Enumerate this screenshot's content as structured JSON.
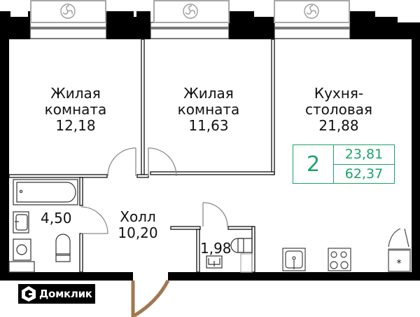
{
  "rooms": [
    {
      "id": "living-room-1",
      "name_line1": "Жилая",
      "name_line2": "комната",
      "area": "12,18"
    },
    {
      "id": "living-room-2",
      "name_line1": "Жилая",
      "name_line2": "комната",
      "area": "11,63"
    },
    {
      "id": "kitchen",
      "name_line1": "Кухня-",
      "name_line2": "столовая",
      "area": "21,88"
    },
    {
      "id": "hall",
      "name_line1": "Холл",
      "area": "10,20"
    },
    {
      "id": "bathroom",
      "area": "4,50"
    },
    {
      "id": "wc",
      "area": "1,98"
    }
  ],
  "summary": {
    "room_count": "2",
    "living_area": "23,81",
    "total_area": "62,37",
    "color": "#1aa36a"
  },
  "logo": {
    "text": "Домклик",
    "icon": "domclick-house-icon"
  },
  "icons": {
    "ventilation": "fan-icon",
    "entrance_door": "entrance-door-swing",
    "fridge": "fridge-icon",
    "stove": "stove-icon",
    "sink": "sink-icon",
    "toilet": "toilet-icon",
    "bathtub": "bathtub-icon",
    "washer": "washing-machine-icon"
  }
}
